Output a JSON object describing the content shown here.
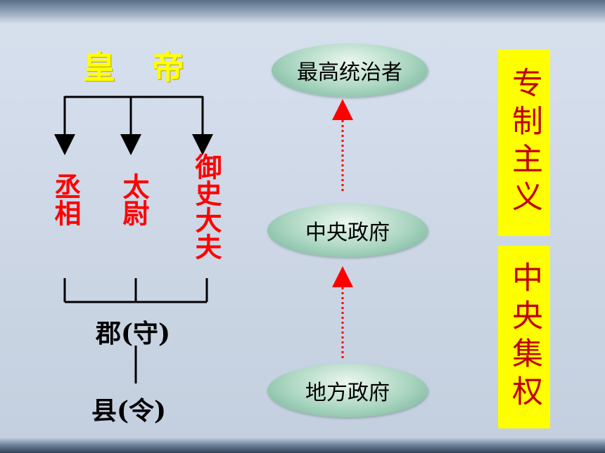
{
  "hierarchy": {
    "emperor": "皇 帝",
    "officials": [
      "丞相",
      "太尉",
      "御史大夫"
    ],
    "commandery": "郡(守)",
    "county": "县(令)"
  },
  "levels": {
    "top": "最高统治者",
    "central": "中央政府",
    "local": "地方政府"
  },
  "labels": {
    "autocracy": "专制主义",
    "centralization": "中央集权"
  },
  "colors": {
    "emperor": "#ffff00",
    "officials": "#ff0000",
    "label_box": "#ffff00",
    "label_text": "#c00000",
    "ellipse": "#a9d5c0"
  }
}
